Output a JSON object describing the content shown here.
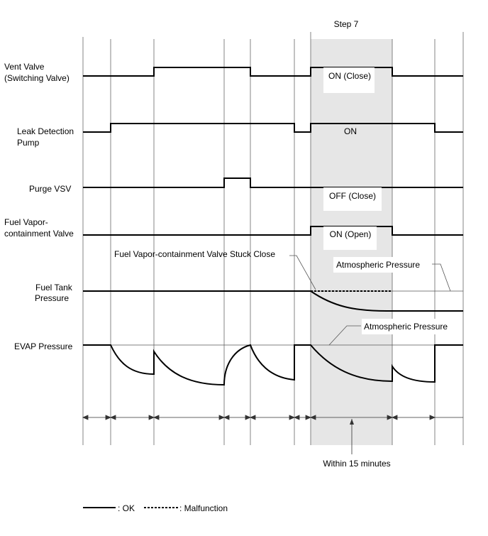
{
  "step_label": "Step 7",
  "signals": {
    "vent_valve": {
      "label_line1": "Vent Valve",
      "label_line2": "(Switching Valve)",
      "state_label": "ON (Close)"
    },
    "leak_detection_pump": {
      "label_line1": "Leak Detection",
      "label_line2": "Pump",
      "state_label": "ON"
    },
    "purge_vsv": {
      "label": "Purge VSV",
      "state_label": "OFF (Close)"
    },
    "fuel_vapor_valve": {
      "label_line1": "Fuel Vapor-",
      "label_line2": "containment Valve",
      "state_label": "ON (Open)"
    },
    "fuel_tank_pressure": {
      "label_line1": "Fuel Tank",
      "label_line2": "Pressure"
    },
    "evap_pressure": {
      "label": "EVAP Pressure"
    }
  },
  "annotations": {
    "stuck_close": "Fuel Vapor-containment Valve Stuck Close",
    "atmospheric_tank": "Atmospheric Pressure",
    "atmospheric_evap": "Atmospheric Pressure",
    "duration": "Within 15 minutes"
  },
  "legend": {
    "ok": ": OK",
    "malfunction": ": Malfunction"
  },
  "colors": {
    "step_highlight": "#e6e6e6",
    "signal": "#000000"
  }
}
